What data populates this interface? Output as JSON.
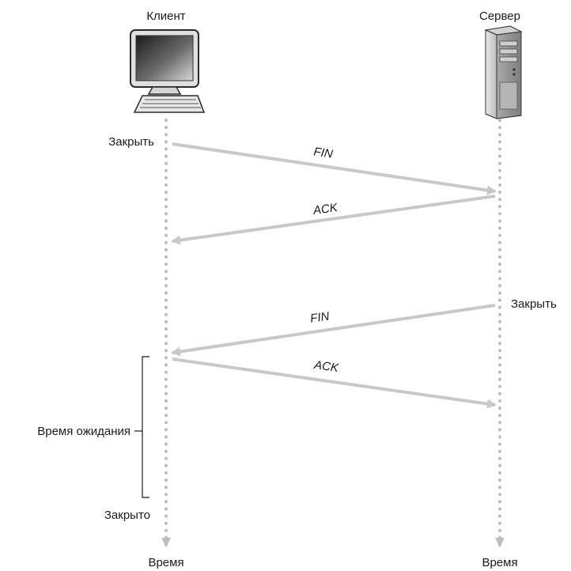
{
  "client": {
    "label": "Клиент",
    "time_label": "Время"
  },
  "server": {
    "label": "Сервер",
    "time_label": "Время"
  },
  "events": {
    "client_close": "Закрыть",
    "server_close": "Закрыть",
    "client_closed": "Закрыто",
    "wait_time": "Время ожидания"
  },
  "messages": [
    {
      "label": "FIN",
      "direction": "client-to-server"
    },
    {
      "label": "ACK",
      "direction": "server-to-client"
    },
    {
      "label": "FIN",
      "direction": "server-to-client"
    },
    {
      "label": "ACK",
      "direction": "client-to-server"
    }
  ],
  "colors": {
    "arrow": "#c8c8c8",
    "timeline": "#bdbdbd",
    "text": "#1a1a1a"
  },
  "icons": {
    "client": "desktop-computer-icon",
    "server": "tower-server-icon"
  }
}
